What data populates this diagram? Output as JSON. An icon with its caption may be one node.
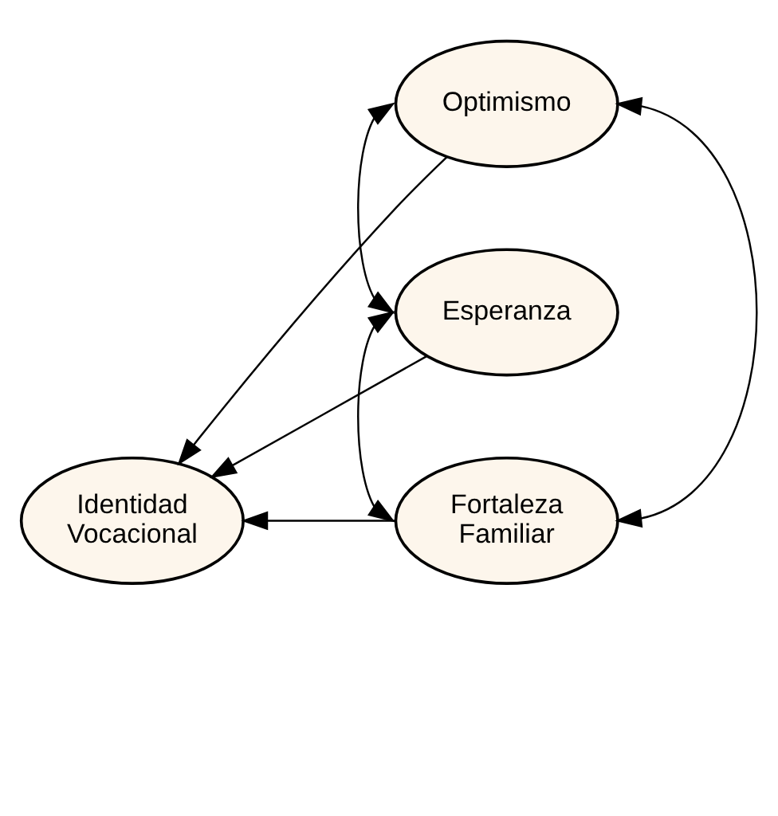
{
  "diagram": {
    "nodes": [
      {
        "text": [
          "Optimismo"
        ]
      },
      {
        "text": [
          "Identidad Vocacional"
        ]
      },
      {
        "text": [
          "Esperanza"
        ]
      },
      {
        "text": [
          "Fortaleza Familiar"
        ]
      }
    ],
    "edges": [
      {
        "from": 0,
        "to": 1,
        "arrow": "to"
      },
      {
        "from": 2,
        "to": 1,
        "arrow": "to"
      },
      {
        "from": 3,
        "to": 1,
        "arrow": "to"
      },
      {
        "from": 0,
        "to": 2,
        "arrow": "both"
      },
      {
        "from": 2,
        "to": 3,
        "arrow": "both"
      },
      {
        "from": 0,
        "to": 3,
        "arrow": "both"
      }
    ]
  }
}
